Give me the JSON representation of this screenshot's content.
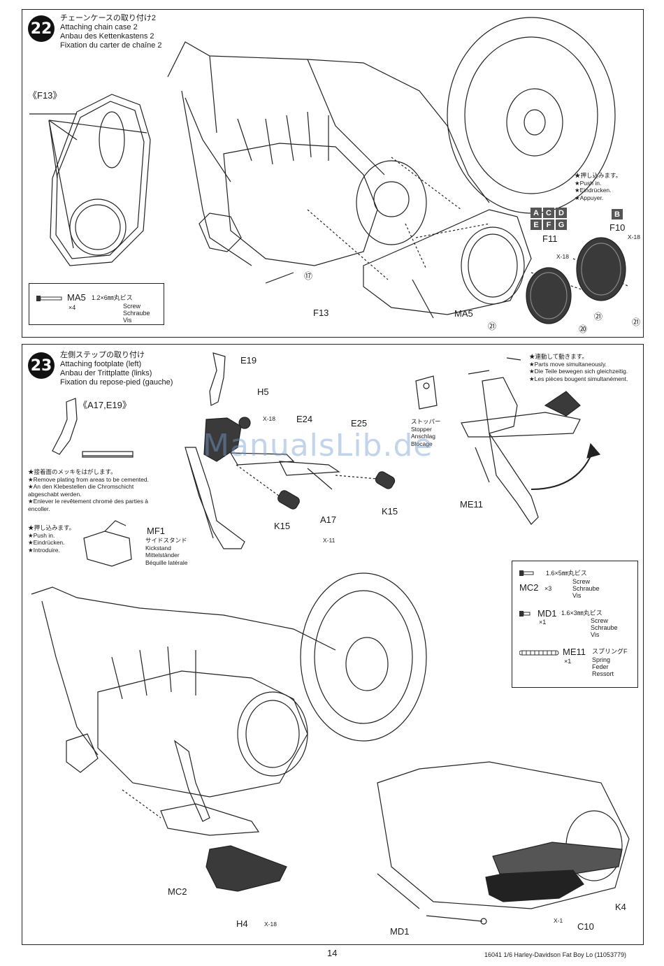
{
  "step22": {
    "number": "22",
    "title_ja": "チェーンケースの取り付け2",
    "title_en": "Attaching chain case 2",
    "title_de": "Anbau des Kettenkastens 2",
    "title_fr": "Fixation du carter de chaîne 2",
    "inset_label": "《F13》",
    "labels": {
      "f13": "F13",
      "ma5": "MA5",
      "f11": "F11",
      "f10": "F10",
      "x18_a": "X-18",
      "x18_b": "X-18",
      "m17": "⑰",
      "m21a": "㉑",
      "m21b": "㉑",
      "m21c": "㉑",
      "m20": "⑳"
    },
    "letters_grid": [
      "A",
      "C",
      "D",
      "E",
      "F",
      "G"
    ],
    "letter_b": "B",
    "push_note": [
      "★押し込みます。",
      "★Push in.",
      "★Eindrücken.",
      "★Appuyer."
    ],
    "part": {
      "code": "MA5",
      "size": "1.2×6㎜丸ビス",
      "qty": "×4",
      "names": [
        "Screw",
        "Schraube",
        "Vis"
      ]
    }
  },
  "step23": {
    "number": "23",
    "title_ja": "左側ステップの取り付け",
    "title_en": "Attaching footplate (left)",
    "title_de": "Anbau der Trittplatte (links)",
    "title_fr": "Fixation du repose-pied (gauche)",
    "inset_label": "《A17,E19》",
    "plating_note": [
      "★接着面のメッキをはがします。",
      "★Remove plating from areas to be cemented.",
      "★An den Klebestellen die Chromschicht",
      "abgeschabt werden.",
      "★Enlever le revêtement chromé des parties à",
      "encoller."
    ],
    "push_note": [
      "★押し込みます。",
      "★Push in.",
      "★Eindrücken.",
      "★Introduire."
    ],
    "move_note": [
      "★連動して動きます。",
      "★Parts move simultaneously.",
      "★Die Teile bewegen sich gleichzeitig.",
      "★Les pièces bougent simultanément."
    ],
    "stopper": [
      "ストッパー",
      "Stopper",
      "Anschlag",
      "Blocage"
    ],
    "mf1_names": [
      "サイドスタンド",
      "Kickstand",
      "Mittelständer",
      "Béquille latérale"
    ],
    "labels": {
      "e19": "E19",
      "h5": "H5",
      "x18_a": "X-18",
      "e24": "E24",
      "e25": "E25",
      "k15_a": "K15",
      "k15_b": "K15",
      "a17": "A17",
      "x11": "X-11",
      "mf1": "MF1",
      "me11": "ME11",
      "mc2": "MC2",
      "h4": "H4",
      "x18_b": "X-18",
      "k4": "K4",
      "c10": "C10",
      "x1": "X-1",
      "md1": "MD1"
    },
    "parts": [
      {
        "code": "MC2",
        "qty": "×3",
        "size": "1.6×5㎜丸ビス",
        "names": [
          "Screw",
          "Schraube",
          "Vis"
        ]
      },
      {
        "code": "MD1",
        "qty": "×1",
        "size": "1.6×3㎜丸ビス",
        "names": [
          "Screw",
          "Schraube",
          "Vis"
        ]
      },
      {
        "code": "ME11",
        "qty": "×1",
        "size": "スプリングF",
        "names": [
          "Spring",
          "Feder",
          "Ressort"
        ]
      }
    ]
  },
  "watermark": "ManualsLib.de",
  "footer": {
    "page": "14",
    "ref": "16041  1/6 Harley-Davidson Fat Boy Lo (11053779)"
  }
}
